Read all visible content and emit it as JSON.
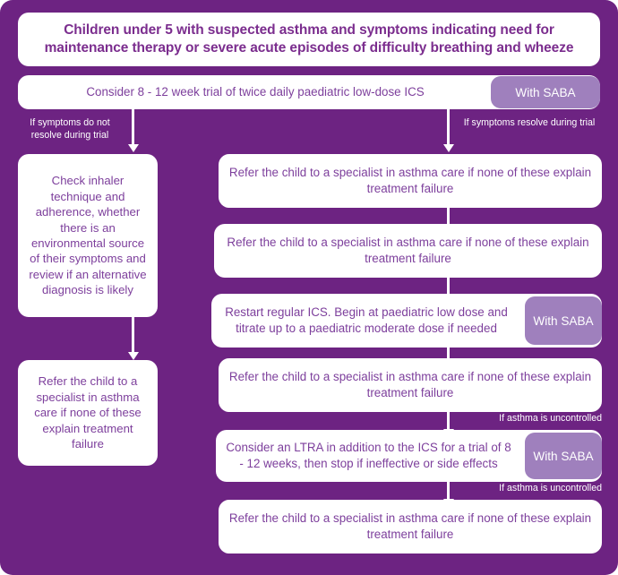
{
  "theme": {
    "background": "#6d2382",
    "node_bg": "#ffffff",
    "node_text": "#7d3f9c",
    "title_text": "#7b2d8e",
    "badge_bg": "#9f80bd",
    "badge_text": "#ffffff",
    "arrow": "#ffffff",
    "edge_label_text": "#ffffff"
  },
  "title": {
    "text": "Children under 5 with suspected asthma and symptoms indicating need for maintenance therapy or severe acute episodes of difficulty breathing and wheeze"
  },
  "trial": {
    "text": "Consider 8 - 12 week trial of twice daily paediatric low-dose ICS",
    "badge": "With SABA"
  },
  "edges": {
    "not_resolve": "If symptoms do not resolve during trial",
    "resolve": "If symptoms resolve during trial",
    "uncontrolled_1": "If asthma is uncontrolled",
    "uncontrolled_2": "If asthma is uncontrolled"
  },
  "left_branch": {
    "check": "Check inhaler technique and adherence, whether there is an environmental source of their symptoms and review if an alternative diagnosis is likely",
    "refer": "Refer the child to a specialist in asthma care if none of these explain treatment failure"
  },
  "right_branch": {
    "refer_1": "Refer the child to a specialist in asthma care if none of these explain treatment failure",
    "refer_2": "Refer the child to a specialist in asthma care if none of these explain treatment failure",
    "restart": "Restart regular ICS. Begin at paediatric low dose and titrate up to a paediatric moderate dose if needed",
    "restart_badge": "With SABA",
    "refer_3": "Refer the child to a specialist in asthma care if none of these explain treatment failure",
    "ltra": "Consider an LTRA in addition to the ICS for a trial of 8 - 12 weeks, then stop if ineffective or side effects",
    "ltra_badge": "With SABA",
    "refer_4": "Refer the child to a specialist in asthma care if none of these explain treatment failure"
  }
}
